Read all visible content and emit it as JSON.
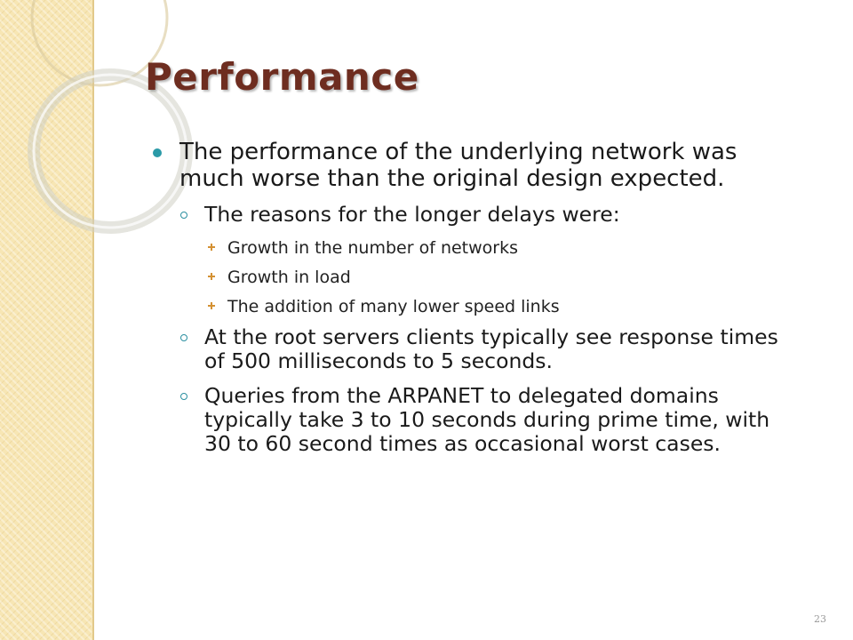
{
  "slide": {
    "title": "Performance",
    "page_number": "23",
    "colors": {
      "title": "#6e2d20",
      "level1_bullet": "#2b9aa7",
      "level2_bullet": "#2b8fa0",
      "level3_bullet": "#d49133",
      "side_strip": "#f7e6b4"
    },
    "bullets": [
      {
        "level": 1,
        "icon": "filled-circle-bullet-icon",
        "text": "The performance of the underlying network was much worse than the original design expected."
      },
      {
        "level": 2,
        "icon": "hollow-circle-bullet-icon",
        "text": "The reasons for the longer delays were:"
      },
      {
        "level": 3,
        "icon": "plus-bullet-icon",
        "text": "Growth in the number of networks"
      },
      {
        "level": 3,
        "icon": "plus-bullet-icon",
        "text": "Growth in load"
      },
      {
        "level": 3,
        "icon": "plus-bullet-icon",
        "text": "The addition of many lower speed links"
      },
      {
        "level": 2,
        "icon": "hollow-circle-bullet-icon",
        "text": "At the root servers clients typically see response times of 500 milliseconds to 5 seconds."
      },
      {
        "level": 2,
        "icon": "hollow-circle-bullet-icon",
        "text": "Queries from the ARPANET to delegated domains typically take 3 to 10 seconds during prime time, with 30 to 60 second times as occasional worst cases."
      }
    ]
  }
}
